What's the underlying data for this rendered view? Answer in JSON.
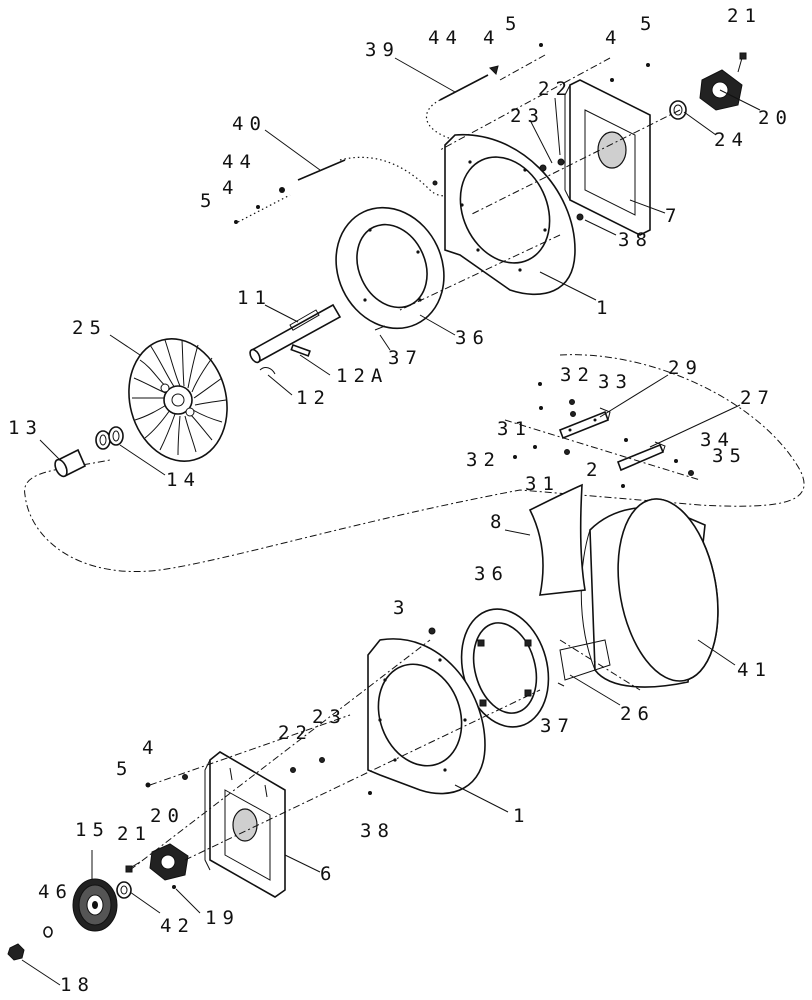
{
  "colors": {
    "ink": "#111111",
    "paper": "#ffffff"
  },
  "callouts": {
    "c21_top": "21",
    "c20_top": "20",
    "c24": "24",
    "c5_top_a": "5",
    "c4_top_a": "4",
    "c5_top_b": "5",
    "c4_top_b": "4",
    "c44_top": "44",
    "c39": "39",
    "c22_top": "22",
    "c23_top": "23",
    "c7": "7",
    "c38_top": "38",
    "c1_top": "1",
    "c40": "40",
    "c44_left": "44",
    "c4_left": "4",
    "c5_left": "5",
    "c36_top": "36",
    "c37_top": "37",
    "c11": "11",
    "c12a": "12A",
    "c12": "12",
    "c25": "25",
    "c13": "13",
    "c14": "14",
    "c29": "29",
    "c32_a": "32",
    "c33": "33",
    "c31_a": "31",
    "c27": "27",
    "c34": "34",
    "c32_b": "32",
    "c31_b": "31",
    "c2": "2",
    "c35": "35",
    "c8": "8",
    "c36_bottom": "36",
    "c41": "41",
    "c3": "3",
    "c37_bottom": "37",
    "c26": "26",
    "c1_bottom": "1",
    "c38_bottom": "38",
    "c4_bottom": "4",
    "c22_bottom": "22",
    "c23_bottom": "23",
    "c5_bottom": "5",
    "c6": "6",
    "c20_bottom": "20",
    "c21_bottom": "21",
    "c15": "15",
    "c19": "19",
    "c42": "42",
    "c46": "46",
    "c18": "18"
  }
}
